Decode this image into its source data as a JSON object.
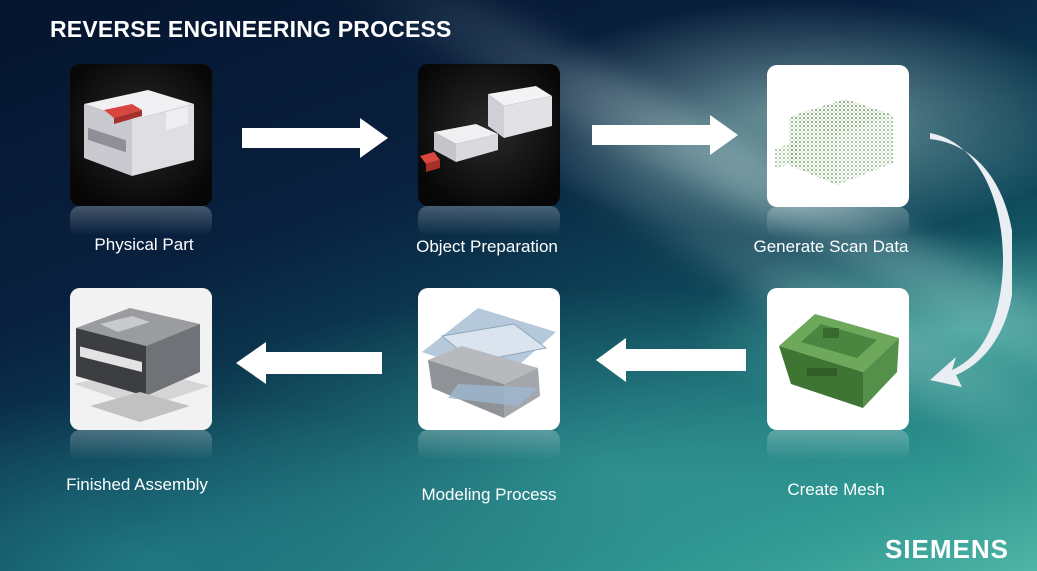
{
  "title": "REVERSE ENGINEERING PROCESS",
  "logo": "SIEMENS",
  "steps": [
    {
      "label": "Physical Part",
      "thumbnail": "physical-part-photo"
    },
    {
      "label": "Object Preparation",
      "thumbnail": "object-preparation-photo"
    },
    {
      "label": "Generate Scan Data",
      "thumbnail": "scan-point-cloud"
    },
    {
      "label": "Create Mesh",
      "thumbnail": "green-mesh-model"
    },
    {
      "label": "Modeling Process",
      "thumbnail": "cad-surface-model"
    },
    {
      "label": "Finished Assembly",
      "thumbnail": "finished-cad-assembly"
    }
  ],
  "colors": {
    "background_dark": "#071a35",
    "background_teal": "#4fb6a6",
    "text": "#ffffff",
    "arrow": "#ffffff",
    "mesh_green": "#4f8a3e",
    "part_red": "#d8473f"
  }
}
